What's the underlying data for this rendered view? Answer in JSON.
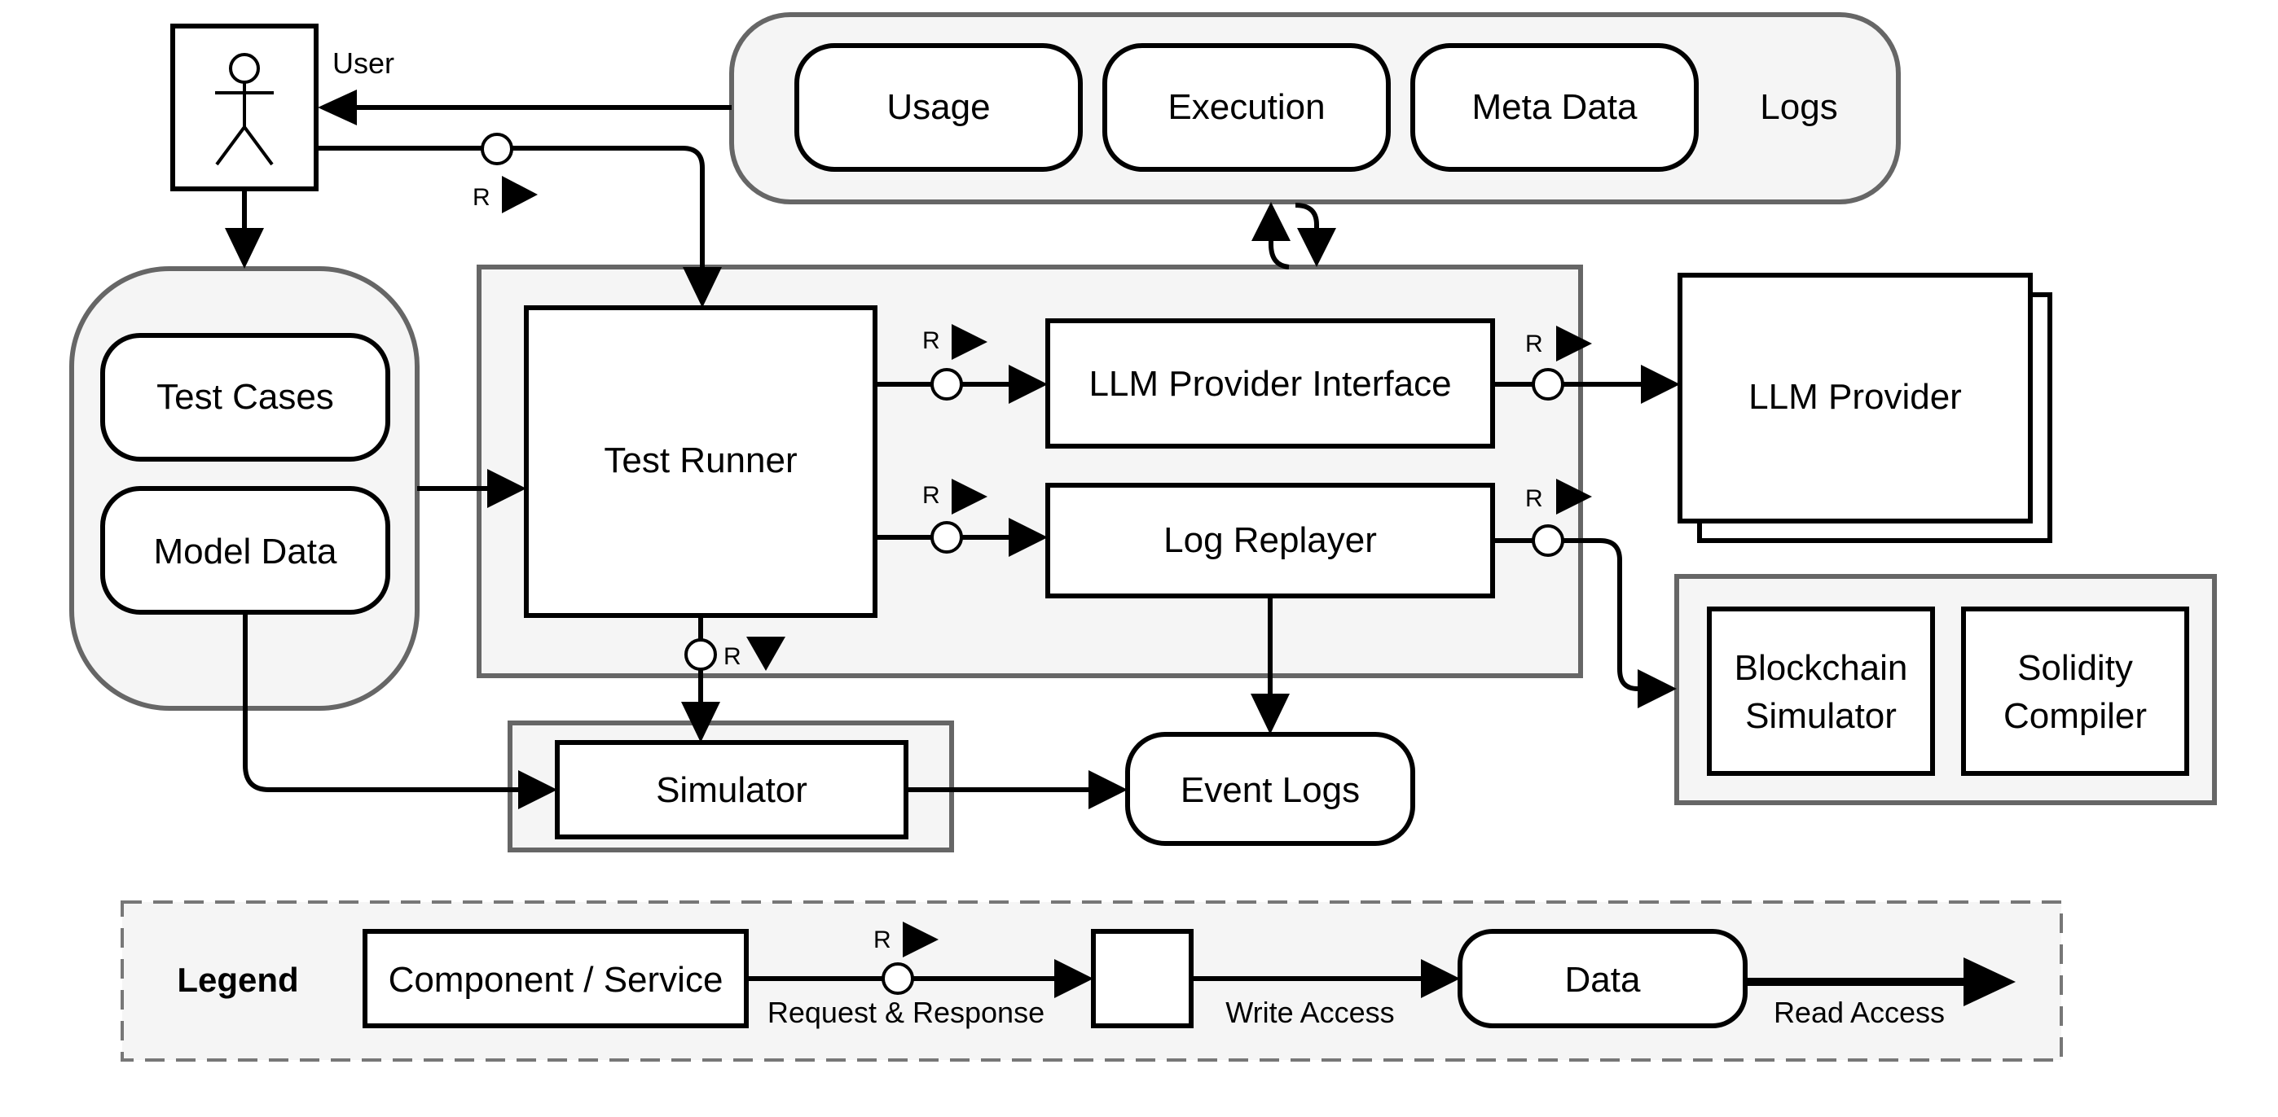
{
  "user": {
    "label": "User"
  },
  "logs": {
    "label": "Logs",
    "items": [
      "Usage",
      "Execution",
      "Meta Data"
    ]
  },
  "test_data": {
    "items": [
      "Test Cases",
      "Model Data"
    ]
  },
  "runner_group": {
    "test_runner": "Test Runner",
    "llm_interface": "LLM Provider Interface",
    "log_replayer": "Log Replayer"
  },
  "llm_provider": {
    "label": "LLM Provider"
  },
  "blockchain_group": {
    "blockchain_simulator": [
      "Blockchain",
      "Simulator"
    ],
    "solidity_compiler": [
      "Solidity",
      "Compiler"
    ]
  },
  "simulator": {
    "label": "Simulator"
  },
  "event_logs": {
    "label": "Event Logs"
  },
  "request_marker": "R",
  "legend": {
    "title": "Legend",
    "component": "Component / Service",
    "request_response": "Request & Response",
    "write_access": "Write Access",
    "data": "Data",
    "read_access": "Read Access"
  }
}
